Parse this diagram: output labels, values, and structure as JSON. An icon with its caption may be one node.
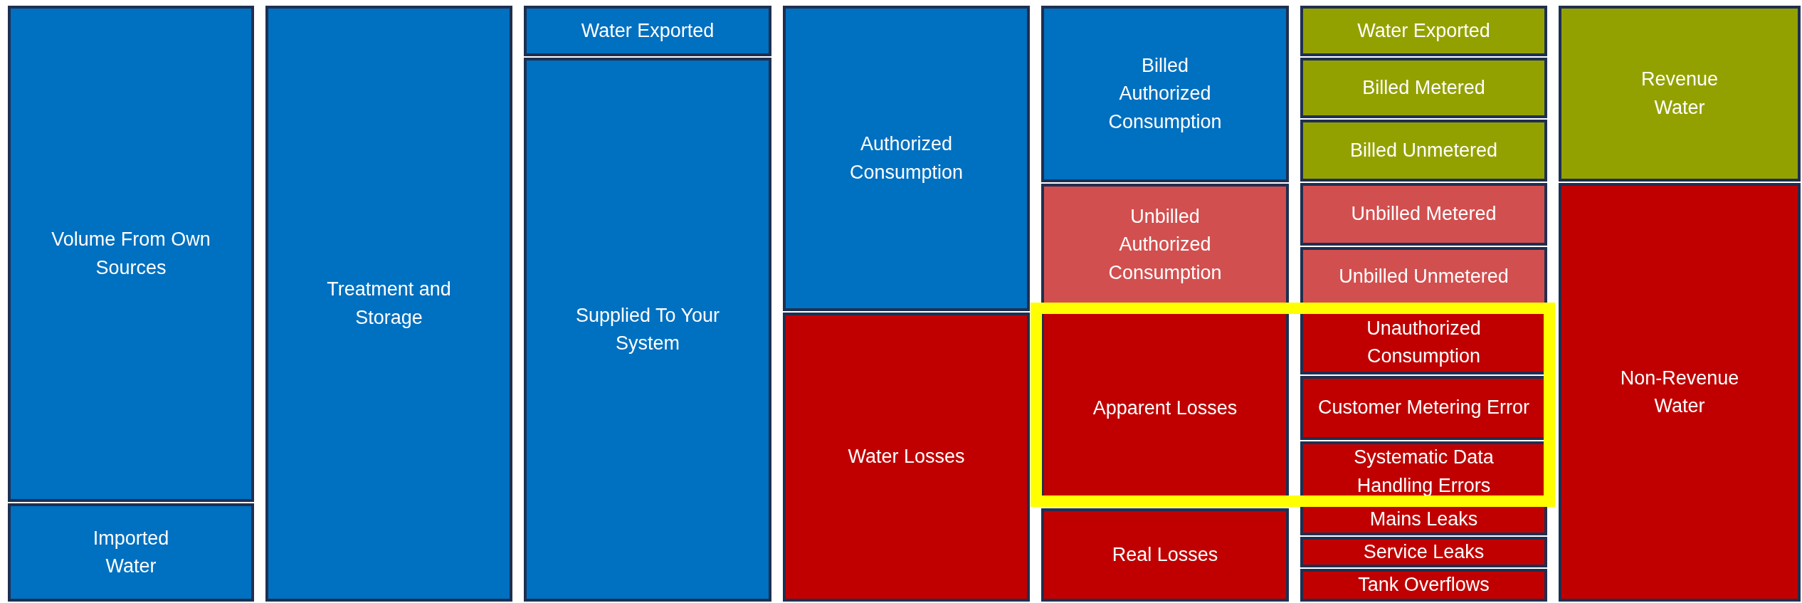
{
  "diagram": {
    "nodes": [
      {
        "text": [
          "Volume From Own Sources"
        ]
      },
      {
        "text": [
          "Imported Water"
        ]
      },
      {
        "text": [
          "Treatment and Storage"
        ]
      },
      {
        "text": [
          "Water Exported"
        ]
      },
      {
        "text": [
          "Supplied To Your System"
        ]
      },
      {
        "text": [
          "Authorized Consumption"
        ]
      },
      {
        "text": [
          "Water Losses"
        ]
      },
      {
        "text": [
          "Billed Authorized Consumption"
        ]
      },
      {
        "text": [
          "Unbilled Authorized Consumption"
        ]
      },
      {
        "text": [
          "Apparent Losses"
        ]
      },
      {
        "text": [
          "Real Losses"
        ]
      },
      {
        "text": [
          "Water Exported"
        ]
      },
      {
        "text": [
          "Billed Metered"
        ]
      },
      {
        "text": [
          "Billed Unmetered"
        ]
      },
      {
        "text": [
          "Unbilled Metered"
        ]
      },
      {
        "text": [
          "Unbilled Unmetered"
        ]
      },
      {
        "text": [
          "Unauthorized Consumption"
        ]
      },
      {
        "text": [
          "Customer Metering Error"
        ]
      },
      {
        "text": [
          "Systematic Data Handling Errors"
        ]
      },
      {
        "text": [
          "Mains Leaks"
        ]
      },
      {
        "text": [
          "Service Leaks"
        ]
      },
      {
        "text": [
          "Tank Overflows"
        ]
      },
      {
        "text": [
          "Revenue Water"
        ]
      },
      {
        "text": [
          "Non-Revenue Water"
        ]
      }
    ]
  }
}
